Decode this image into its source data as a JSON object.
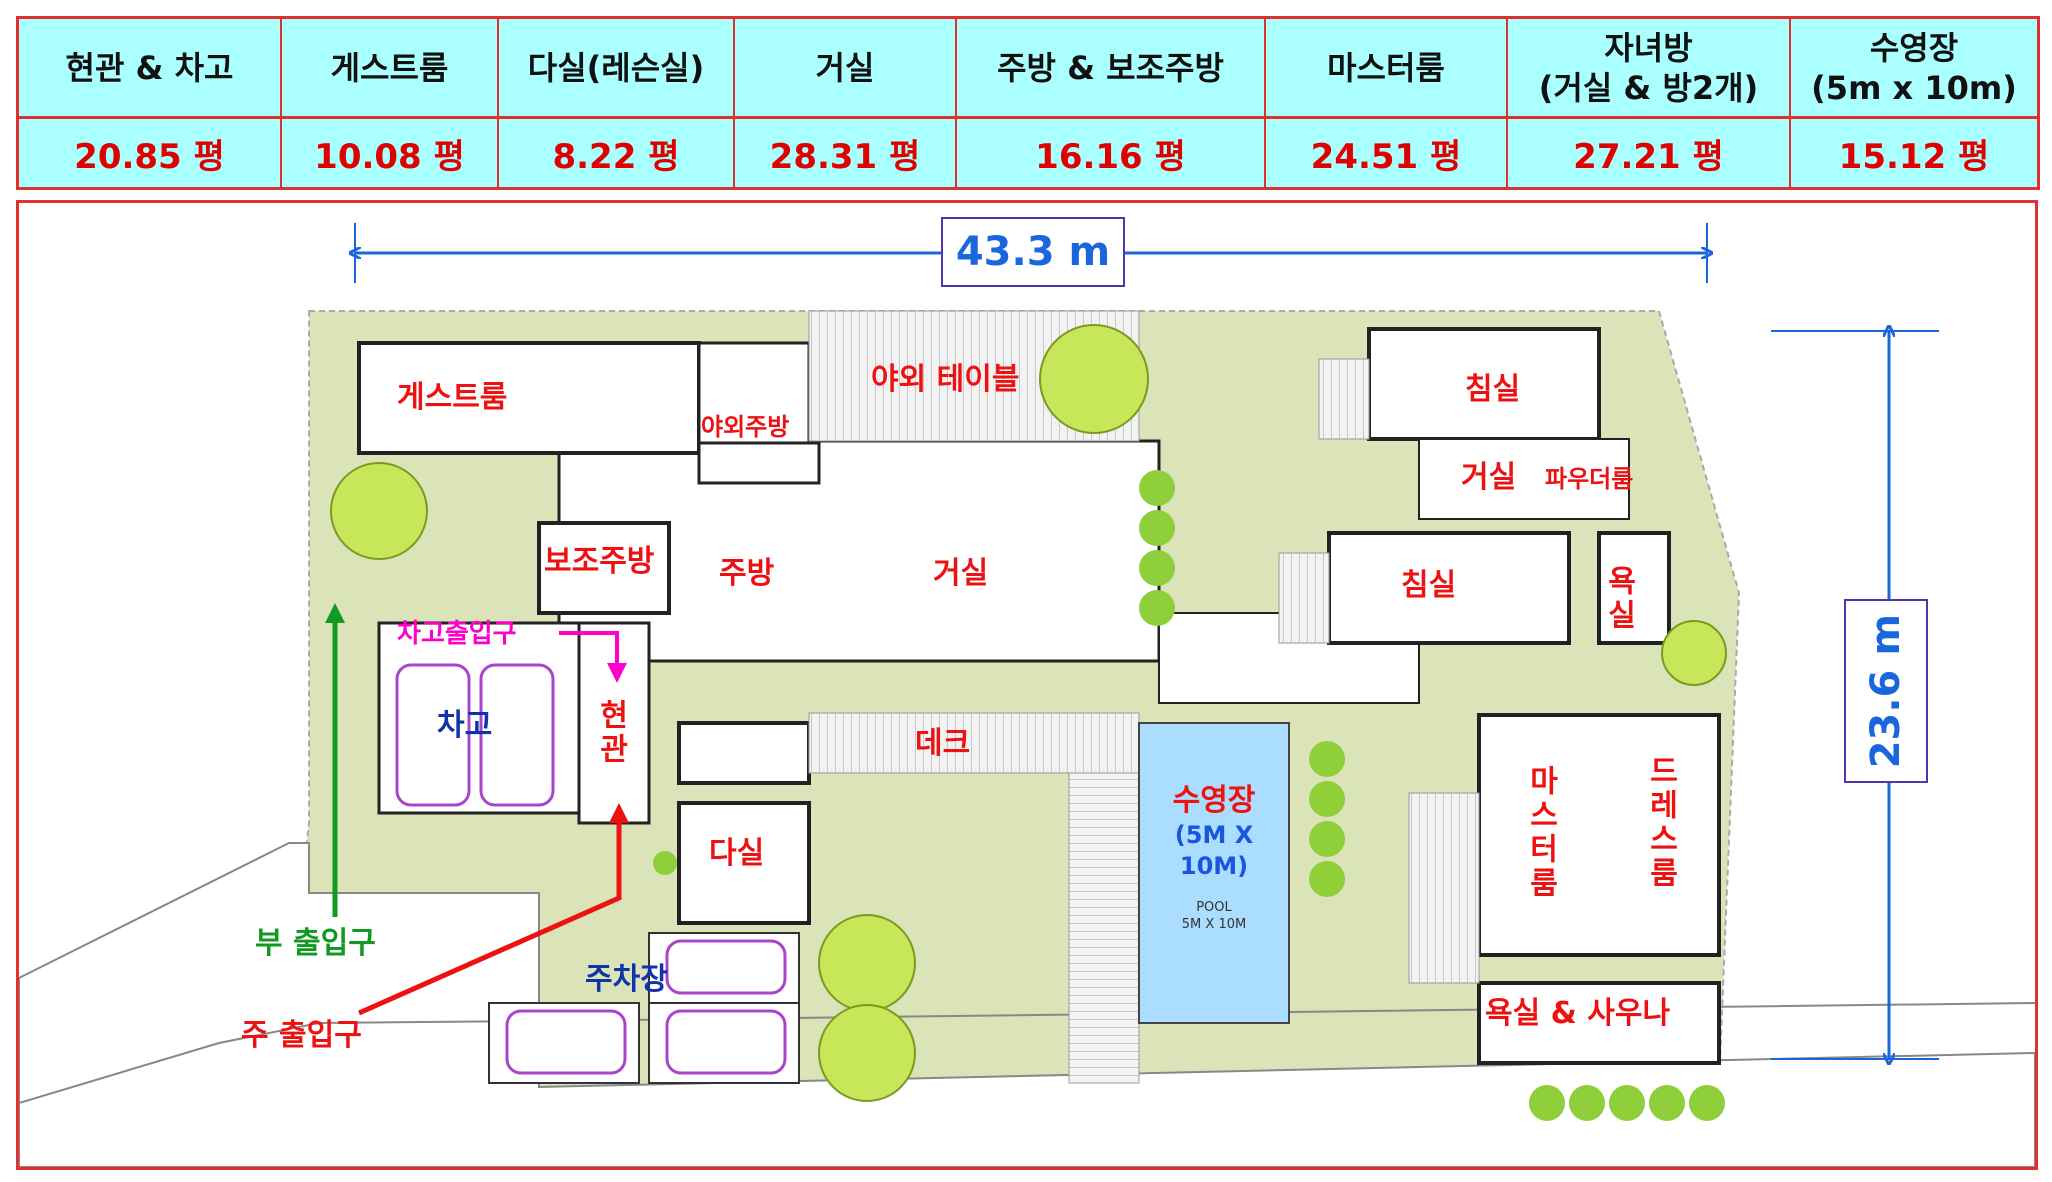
{
  "area_table": {
    "columns": [
      {
        "name": "현관 & 차고",
        "value": "20.85 평"
      },
      {
        "name": "게스트룸",
        "value": "10.08 평"
      },
      {
        "name": "다실(레슨실)",
        "value": "8.22 평"
      },
      {
        "name": "거실",
        "value": "28.31 평"
      },
      {
        "name": "주방 & 보조주방",
        "value": "16.16 평"
      },
      {
        "name": "마스터룸",
        "value": "24.51 평"
      },
      {
        "name": "자녀방",
        "name2": "(거실 & 방2개)",
        "value": "27.21 평"
      },
      {
        "name": "수영장",
        "name2": "(5m x 10m)",
        "value": "15.12 평"
      }
    ]
  },
  "dimensions": {
    "width": "43.3 m",
    "height": "23.6 m"
  },
  "rooms": {
    "guest_room": "게스트룸",
    "outdoor_table": "야외 테이블",
    "outdoor_kitchen": "야외주방",
    "aux_kitchen": "보조주방",
    "kitchen": "주방",
    "living": "거실",
    "garage_entry": "차고출입구",
    "garage": "차고",
    "entrance": "현관",
    "deck": "데크",
    "tea_room": "다실",
    "pool": "수영장",
    "pool_size": "(5M X 10M)",
    "pool_en": "POOL",
    "pool_en_size": "5M X 10M",
    "parking": "주차장",
    "bedroom1": "침실",
    "kids_living": "거실",
    "powder_room": "파우더룸",
    "bedroom2": "침실",
    "bath1": "욕실",
    "master": "마스터룸",
    "dress_room": "드레스룸",
    "bath_sauna": "욕실 & 사우나",
    "side_entrance": "부 출입구",
    "main_entrance": "주 출입구"
  },
  "colors": {
    "label": "#ee1111",
    "dimension": "#1a66dd",
    "grass": "#dbe3b9",
    "pool": "#aaddff",
    "table_bg": "#aaffff"
  }
}
